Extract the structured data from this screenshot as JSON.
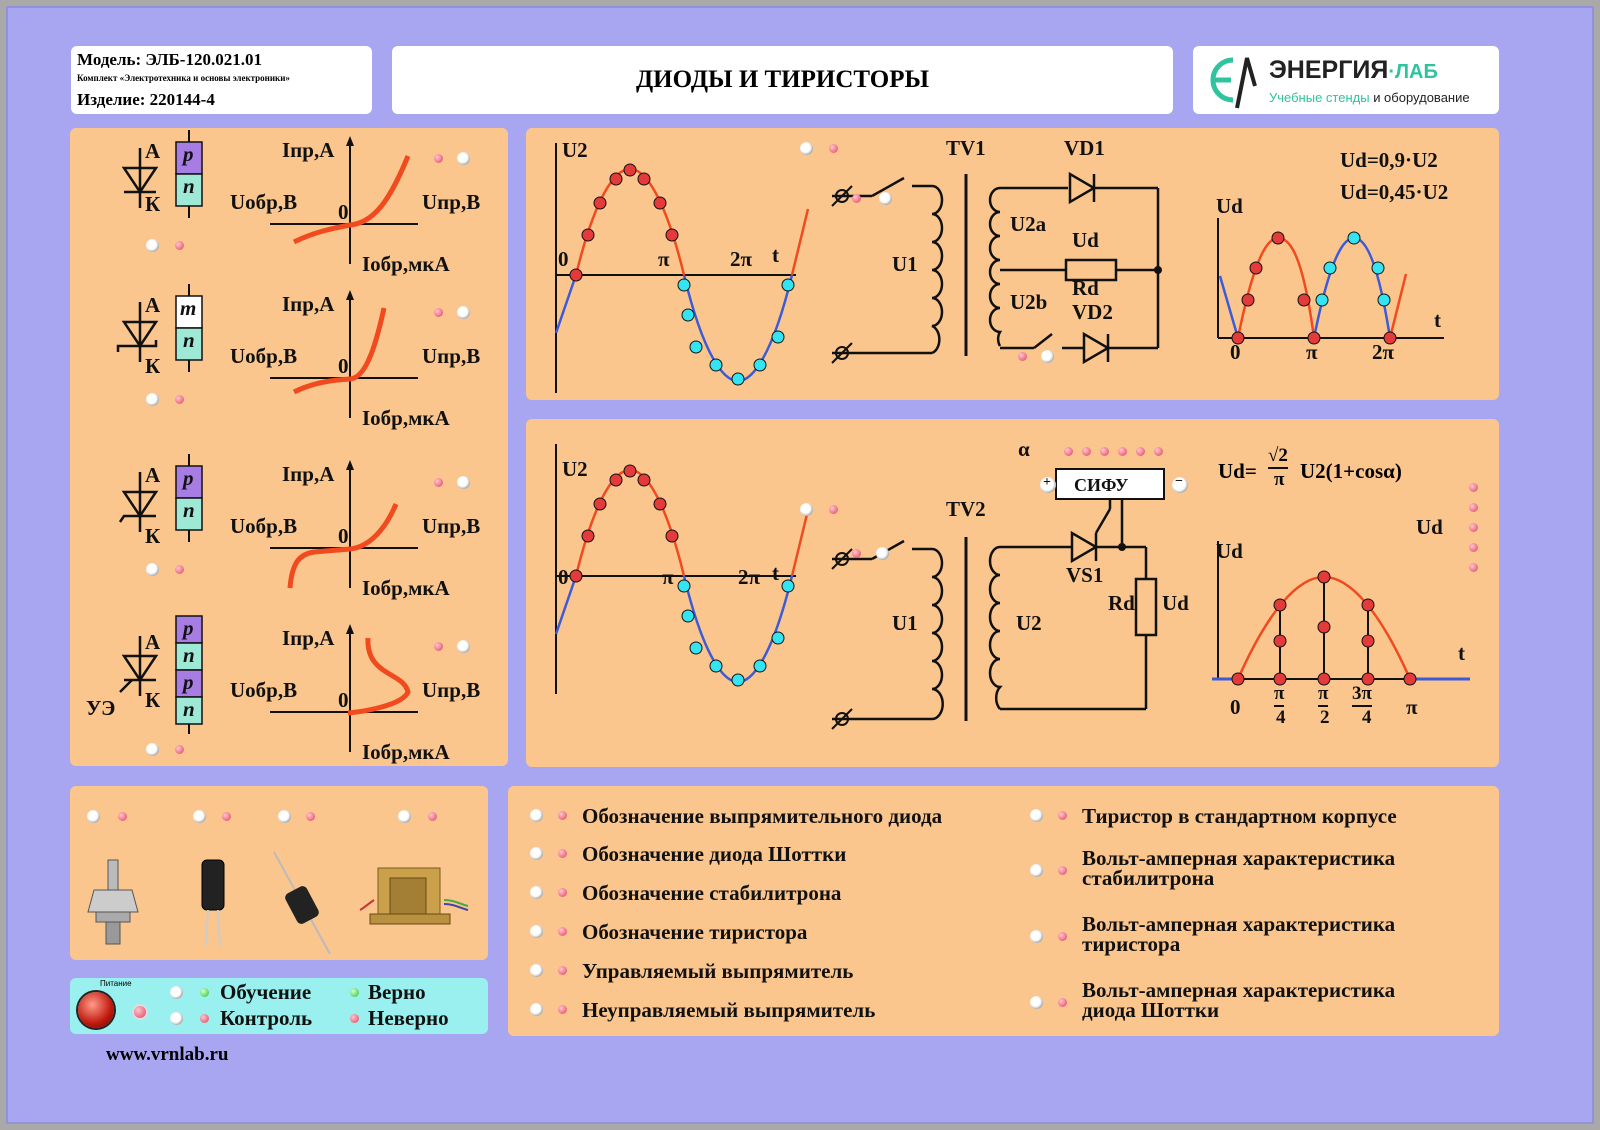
{
  "header": {
    "model": "Модель: ЭЛБ-120.021.01",
    "kit": "Комплект «Электротехника и основы электроники»",
    "product": "Изделие: 220144-4",
    "title": "ДИОДЫ И ТИРИСТОРЫ",
    "brand_name": "ЭНЕРГИЯ",
    "brand_suffix": "·ЛАБ",
    "brand_tag_a": "Учебные стенды ",
    "brand_tag_b": "и оборудование"
  },
  "vac": {
    "ipr": "Iпр,А",
    "uobr": "Uобр,В",
    "upr": "Uпр,В",
    "iobr": "Iобр,мкА",
    "zero": "0",
    "anode": "А",
    "cathode": "К",
    "gate": "УЭ",
    "p": "p",
    "n": "n",
    "m": "m"
  },
  "rect1": {
    "u2": "U2",
    "zero": "0",
    "pi": "π",
    "two_pi": "2π",
    "t": "t",
    "tv1": "TV1",
    "vd1": "VD1",
    "vd2": "VD2",
    "u1": "U1",
    "u2a": "U2a",
    "u2b": "U2b",
    "ud": "Ud",
    "rd": "Rd",
    "formula1": "Ud=0,9·U2",
    "formula2": "Ud=0,45·U2",
    "out_ud": "Ud",
    "out_zero": "0",
    "out_pi": "π",
    "out_two_pi": "2π",
    "out_t": "t"
  },
  "rect2": {
    "u2": "U2",
    "zero": "0",
    "pi": "π",
    "two_pi": "2π",
    "t": "t",
    "tv2": "TV2",
    "alpha": "α",
    "sifu": "СИФУ",
    "plus": "+",
    "minus": "−",
    "formula_lhs": "Ud=",
    "formula_sqrt": "√2",
    "formula_pi": "π",
    "formula_rhs": "U2(1+cosα)",
    "u1": "U1",
    "u2w": "U2",
    "vs1": "VS1",
    "rd": "Rd",
    "ud": "Ud",
    "side_ud": "Ud",
    "out_ud": "Ud",
    "out_t": "t",
    "ticks": [
      "0",
      "π",
      "4",
      "π",
      "2",
      "3π",
      "4",
      "π"
    ]
  },
  "options_left": [
    "Обозначение выпрямительного диода",
    "Обозначение диода Шоттки",
    "Обозначение стабилитрона",
    "Обозначение тиристора",
    "Управляемый выпрямитель",
    "Неуправляемый выпрямитель"
  ],
  "options_right": [
    [
      "Тиристор в стандартном корпусе"
    ],
    [
      "Вольт-амперная характеристика",
      "стабилитрона"
    ],
    [
      "Вольт-амперная характеристика",
      "тиристора"
    ],
    [
      "Вольт-амперная характеристика",
      "диода Шоттки"
    ]
  ],
  "control": {
    "power": "Питание",
    "learn": "Обучение",
    "control": "Контроль",
    "correct": "Верно",
    "wrong": "Неверно"
  },
  "footer": {
    "url": "www.vrnlab.ru"
  },
  "colors": {
    "board": "#a9a6f1",
    "panel": "#fbc68e",
    "curve_red": "#f04a1e",
    "curve_blue": "#3b5bd9",
    "dot_red": "#e53a3a",
    "dot_cyan": "#33e5f2",
    "p_fill": "#a77de3",
    "n_fill": "#9ee8d6",
    "brand_green": "#2fc39e",
    "indicator_bg": "#99f0ee"
  }
}
